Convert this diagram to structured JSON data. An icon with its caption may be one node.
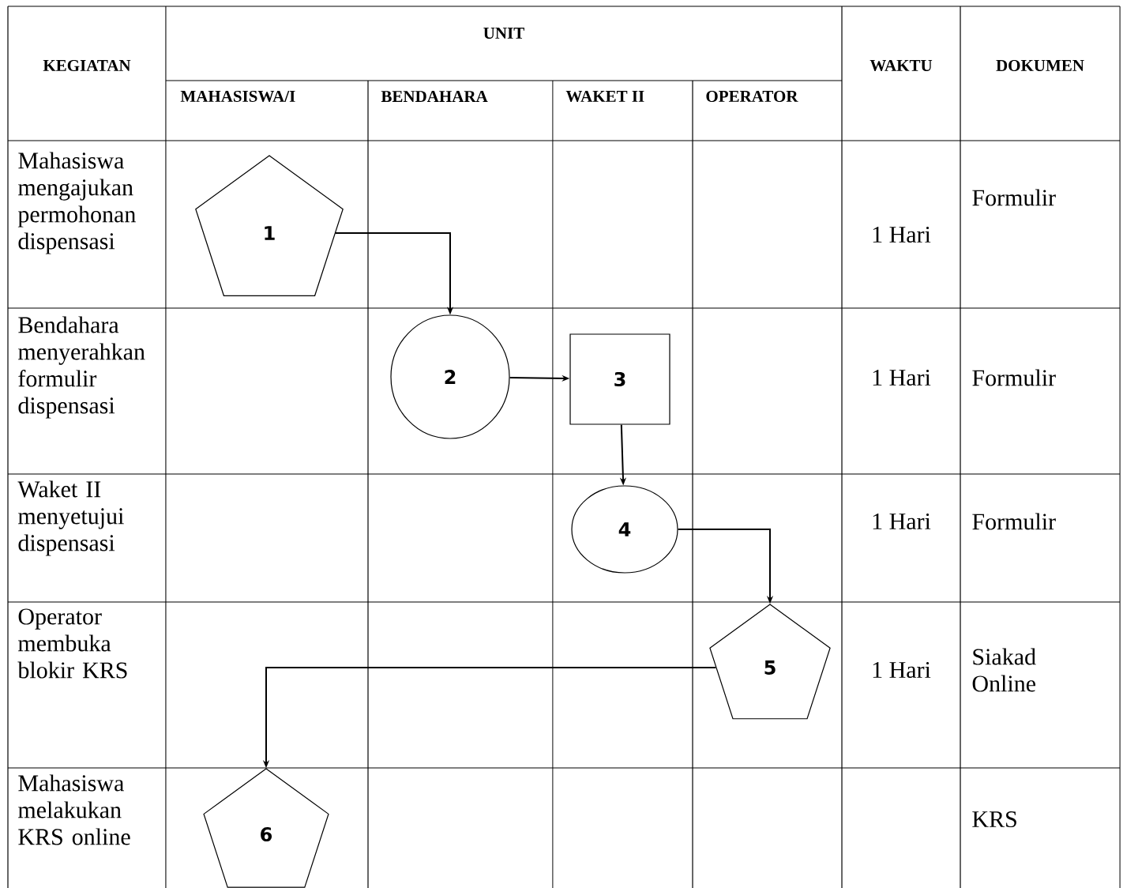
{
  "diagram": {
    "nodes": [
      {
        "text": [
          "1"
        ]
      },
      {
        "text": [
          "2"
        ]
      },
      {
        "text": [
          "3"
        ]
      },
      {
        "text": [
          "4"
        ]
      },
      {
        "text": [
          "5"
        ]
      },
      {
        "text": [
          "6"
        ]
      }
    ],
    "edges": [
      {
        "from": 0,
        "to": 1,
        "arrow": "to"
      },
      {
        "from": 1,
        "to": 2,
        "arrow": "to"
      },
      {
        "from": 2,
        "to": 3,
        "arrow": "to"
      },
      {
        "from": 3,
        "to": 4,
        "arrow": "to"
      },
      {
        "from": 4,
        "to": 5,
        "arrow": "to"
      }
    ],
    "labels": [
      "KEGIATAN",
      "UNIT",
      "WAKTU",
      "DOKUMEN",
      "MAHASISWA/I",
      "BENDAHARA",
      "WAKET II",
      "OPERATOR",
      "Mahasiswa mengajukan permohonan dispensasi",
      "1 Hari",
      "Formulir",
      "Bendahara menyerahkan formulir dispensasi",
      "1 Hari",
      "Formulir",
      "Waket II menyetujui dispensasi",
      "1 Hari",
      "Formulir",
      "Operator membuka blokir KRS",
      "1 Hari",
      "Siakad Online",
      "Mahasiswa melakukan KRS online",
      "KRS"
    ]
  }
}
